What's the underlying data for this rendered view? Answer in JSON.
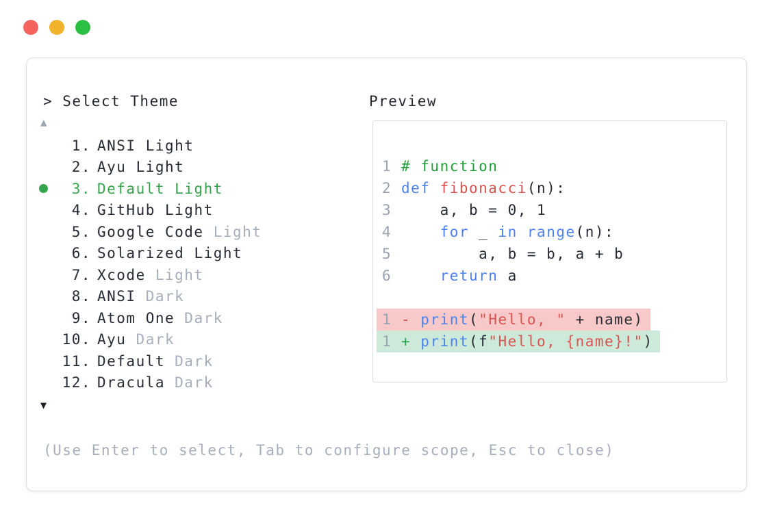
{
  "colors": {
    "accent-green": "#35a54d",
    "kw-blue": "#4d82ee",
    "tok-red": "#d95451",
    "com-green": "#1f9e36",
    "muted": "#a6aebb",
    "dark": "#262b34",
    "lineno": "#9aa2b0",
    "bg-removed": "#f8c9c9",
    "bg-added": "#cde9d9",
    "minus-red": "#d24b4b",
    "plus-green": "#2aa34f",
    "border": "#d9dde3",
    "tri-up": "#9aa5b6",
    "tri-down": "#1a1e27",
    "tl-red": "#f4635d",
    "tl-yellow": "#f2b32c",
    "tl-green": "#2dbf44"
  },
  "theme_picker": {
    "prompt": "> Select Theme",
    "scroll_up_indicator": "▲",
    "scroll_down_indicator": "▼",
    "items": [
      {
        "number": "1.",
        "name": "ANSI",
        "suffix": "Light",
        "suffix_muted": false,
        "selected": false
      },
      {
        "number": "2.",
        "name": "Ayu",
        "suffix": "Light",
        "suffix_muted": false,
        "selected": false
      },
      {
        "number": "3.",
        "name": "Default",
        "suffix": "Light",
        "suffix_muted": false,
        "selected": true
      },
      {
        "number": "4.",
        "name": "GitHub",
        "suffix": "Light",
        "suffix_muted": false,
        "selected": false
      },
      {
        "number": "5.",
        "name": "Google Code",
        "suffix": "Light",
        "suffix_muted": true,
        "selected": false
      },
      {
        "number": "6.",
        "name": "Solarized",
        "suffix": "Light",
        "suffix_muted": false,
        "selected": false
      },
      {
        "number": "7.",
        "name": "Xcode",
        "suffix": "Light",
        "suffix_muted": true,
        "selected": false
      },
      {
        "number": "8.",
        "name": "ANSI",
        "suffix": "Dark",
        "suffix_muted": true,
        "selected": false
      },
      {
        "number": "9.",
        "name": "Atom One",
        "suffix": "Dark",
        "suffix_muted": true,
        "selected": false
      },
      {
        "number": "10.",
        "name": "Ayu",
        "suffix": "Dark",
        "suffix_muted": true,
        "selected": false
      },
      {
        "number": "11.",
        "name": "Default",
        "suffix": "Dark",
        "suffix_muted": true,
        "selected": false
      },
      {
        "number": "12.",
        "name": "Dracula",
        "suffix": "Dark",
        "suffix_muted": true,
        "selected": false
      }
    ],
    "help": "(Use Enter to select, Tab to configure scope, Esc to close)"
  },
  "preview": {
    "label": "Preview",
    "code_lines": [
      {
        "num": "1",
        "bg": null,
        "tokens": [
          {
            "t": "# function",
            "c": "com"
          }
        ]
      },
      {
        "num": "2",
        "bg": null,
        "tokens": [
          {
            "t": "def ",
            "c": "kw"
          },
          {
            "t": "fibonacci",
            "c": "fn"
          },
          {
            "t": "(n):",
            "c": "pl"
          }
        ]
      },
      {
        "num": "3",
        "bg": null,
        "tokens": [
          {
            "t": "    a, b = 0, 1",
            "c": "pl"
          }
        ]
      },
      {
        "num": "4",
        "bg": null,
        "tokens": [
          {
            "t": "    ",
            "c": "pl"
          },
          {
            "t": "for",
            "c": "kw"
          },
          {
            "t": " _ ",
            "c": "pl"
          },
          {
            "t": "in",
            "c": "kw"
          },
          {
            "t": " ",
            "c": "pl"
          },
          {
            "t": "range",
            "c": "kw"
          },
          {
            "t": "(n):",
            "c": "pl"
          }
        ]
      },
      {
        "num": "5",
        "bg": null,
        "tokens": [
          {
            "t": "        a, b = b, a + b",
            "c": "pl"
          }
        ]
      },
      {
        "num": "6",
        "bg": null,
        "tokens": [
          {
            "t": "    ",
            "c": "pl"
          },
          {
            "t": "return",
            "c": "kw"
          },
          {
            "t": " a",
            "c": "pl"
          }
        ]
      },
      {
        "num": "",
        "bg": null,
        "tokens": []
      },
      {
        "num": "1",
        "bg": "removed",
        "tokens": [
          {
            "t": "- ",
            "c": "minus"
          },
          {
            "t": "print",
            "c": "kw"
          },
          {
            "t": "(",
            "c": "pl"
          },
          {
            "t": "\"Hello, \"",
            "c": "str"
          },
          {
            "t": " + name)",
            "c": "pl"
          }
        ]
      },
      {
        "num": "1",
        "bg": "added",
        "tokens": [
          {
            "t": "+ ",
            "c": "plus"
          },
          {
            "t": "print",
            "c": "kw"
          },
          {
            "t": "(f",
            "c": "pl"
          },
          {
            "t": "\"Hello, {name}!\"",
            "c": "str"
          },
          {
            "t": ")",
            "c": "pl"
          }
        ]
      }
    ]
  }
}
